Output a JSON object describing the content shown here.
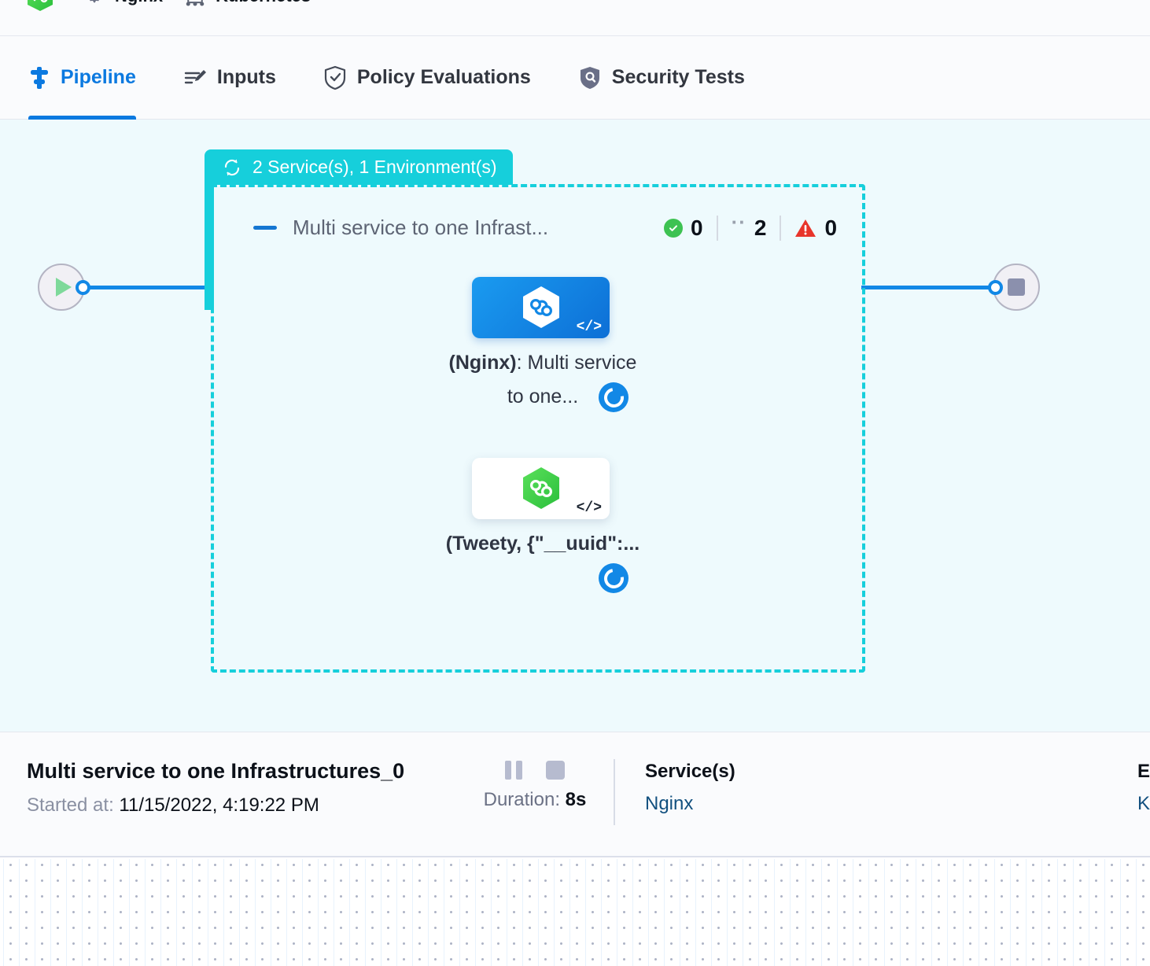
{
  "breadcrumb": {
    "items": [
      {
        "icon": "harness-hexagon-logo",
        "label": ""
      },
      {
        "icon": "gear-icon",
        "label": "Nginx"
      },
      {
        "icon": "kubernetes-icon",
        "label": "Kubernetes"
      }
    ]
  },
  "tabs": [
    {
      "id": "pipeline",
      "label": "Pipeline",
      "icon": "pipeline-icon",
      "active": true
    },
    {
      "id": "inputs",
      "label": "Inputs",
      "icon": "inputs-icon",
      "active": false
    },
    {
      "id": "policy-evaluations",
      "label": "Policy Evaluations",
      "icon": "shield-check-icon",
      "active": false
    },
    {
      "id": "security-tests",
      "label": "Security Tests",
      "icon": "shield-scan-icon",
      "active": false
    }
  ],
  "canvas": {
    "start_node": {
      "icon": "play-icon"
    },
    "end_node": {
      "icon": "stop-icon"
    },
    "group": {
      "header_label": "2 Service(s), 1 Environment(s)",
      "header_icon": "loop-repeat-icon",
      "title": "Multi service to one Infrast...",
      "collapse_icon": "collapse-dash-icon",
      "status": {
        "success_count": "0",
        "running_count": "2",
        "error_count": "0",
        "success_icon": "check-circle-icon",
        "running_icon": "pending-dots-icon",
        "error_icon": "warning-triangle-icon"
      },
      "nodes": [
        {
          "id": "node-nginx",
          "label_bold": "(Nginx)",
          "label_rest": ": Multi service to one...",
          "icon": "harness-hexagon-icon",
          "code_icon": "code-brackets-icon",
          "status_icon": "spinner-icon",
          "selected": true
        },
        {
          "id": "node-tweety",
          "label_bold": "(Tweety, {\"__uuid\":...",
          "label_rest": "",
          "icon": "harness-hexagon-icon",
          "code_icon": "code-brackets-icon",
          "status_icon": "spinner-icon",
          "selected": false
        }
      ]
    }
  },
  "details": {
    "title": "Multi service to one Infrastructures_0",
    "started_label": "Started at:",
    "started_value": "11/15/2022, 4:19:22 PM",
    "pause_icon": "pause-icon",
    "stop_icon": "stop-icon",
    "duration_label": "Duration:",
    "duration_value": "8s",
    "services": {
      "heading": "Service(s)",
      "value": "Nginx"
    },
    "environments": {
      "heading": "Envi",
      "value": "Kub"
    }
  },
  "colors": {
    "accent_blue": "#0b79e0",
    "group_teal": "#16cfdb",
    "canvas_bg": "#eefafd",
    "success_green": "#3dc252",
    "error_red": "#e8352b",
    "link_blue": "#12507f"
  }
}
